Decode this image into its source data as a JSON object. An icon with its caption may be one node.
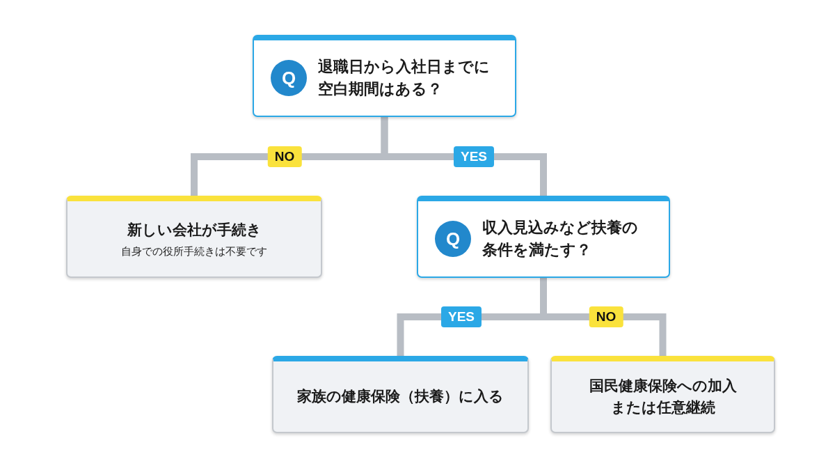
{
  "diagram": {
    "nodes": [
      {
        "text": [
          "Q",
          "退職日から入社日までに空白期間はある？"
        ]
      },
      {
        "text": [
          "新しい会社が手続き",
          "自身での役所手続きは不要です"
        ]
      },
      {
        "text": [
          "Q",
          "収入見込みなど扶養の条件を満たす？"
        ]
      },
      {
        "text": [
          "家族の健康保険（扶養）に入る"
        ]
      },
      {
        "text": [
          "国民健康保険への加入または任意継続"
        ]
      }
    ],
    "edges": [
      {
        "from": 0,
        "to": 1,
        "arrow": "none",
        "label": "NO"
      },
      {
        "from": 0,
        "to": 2,
        "arrow": "none",
        "label": "YES"
      },
      {
        "from": 2,
        "to": 3,
        "arrow": "none",
        "label": "YES"
      },
      {
        "from": 2,
        "to": 4,
        "arrow": "none",
        "label": "NO"
      }
    ]
  }
}
